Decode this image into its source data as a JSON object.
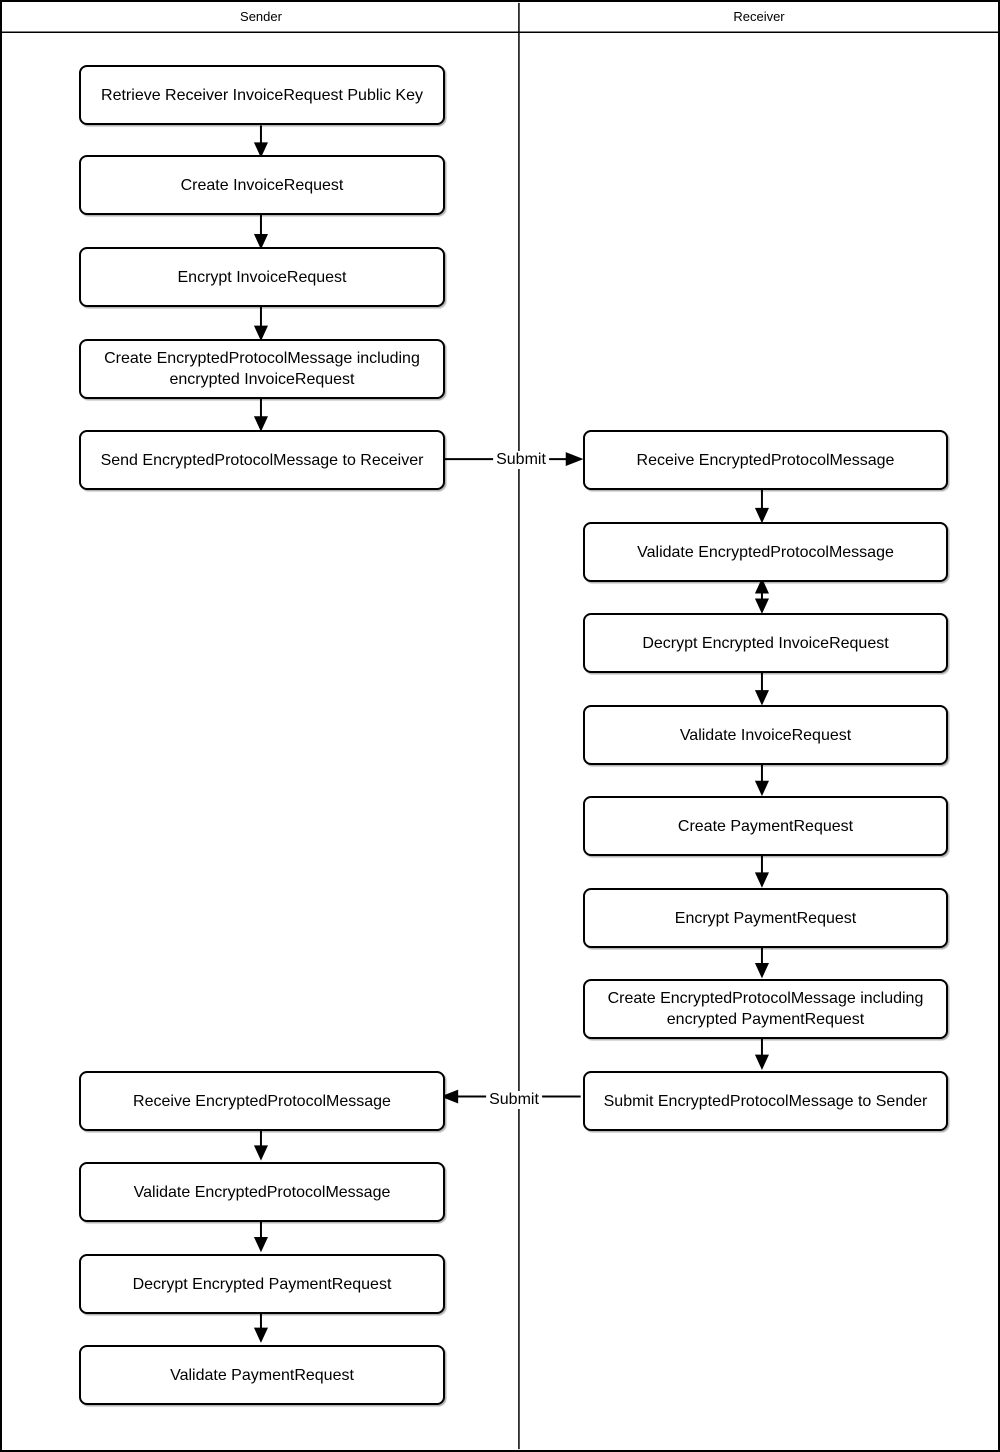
{
  "diagram_type": "swimlane-flowchart",
  "colors": {
    "background": "#ffffff",
    "node_fill": "#ffffff",
    "stroke": "#000000"
  },
  "lanes": [
    {
      "title": "Sender"
    },
    {
      "title": "Receiver"
    }
  ],
  "sender_nodes": [
    {
      "label": "Retrieve Receiver InvoiceRequest Public Key"
    },
    {
      "label": "Create InvoiceRequest"
    },
    {
      "label": "Encrypt InvoiceRequest"
    },
    {
      "label": "Create EncryptedProtocolMessage including encrypted InvoiceRequest"
    },
    {
      "label": "Send EncryptedProtocolMessage to Receiver"
    },
    {
      "label": "Receive EncryptedProtocolMessage"
    },
    {
      "label": "Validate EncryptedProtocolMessage"
    },
    {
      "label": "Decrypt Encrypted PaymentRequest"
    },
    {
      "label": "Validate PaymentRequest"
    }
  ],
  "receiver_nodes": [
    {
      "label": "Receive EncryptedProtocolMessage"
    },
    {
      "label": "Validate EncryptedProtocolMessage"
    },
    {
      "label": "Decrypt Encrypted InvoiceRequest"
    },
    {
      "label": "Validate InvoiceRequest"
    },
    {
      "label": "Create PaymentRequest"
    },
    {
      "label": "Encrypt PaymentRequest"
    },
    {
      "label": "Create EncryptedProtocolMessage including encrypted PaymentRequest"
    },
    {
      "label": "Submit EncryptedProtocolMessage to Sender"
    }
  ],
  "edge_labels": [
    {
      "label": "Submit"
    },
    {
      "label": "Submit"
    }
  ]
}
